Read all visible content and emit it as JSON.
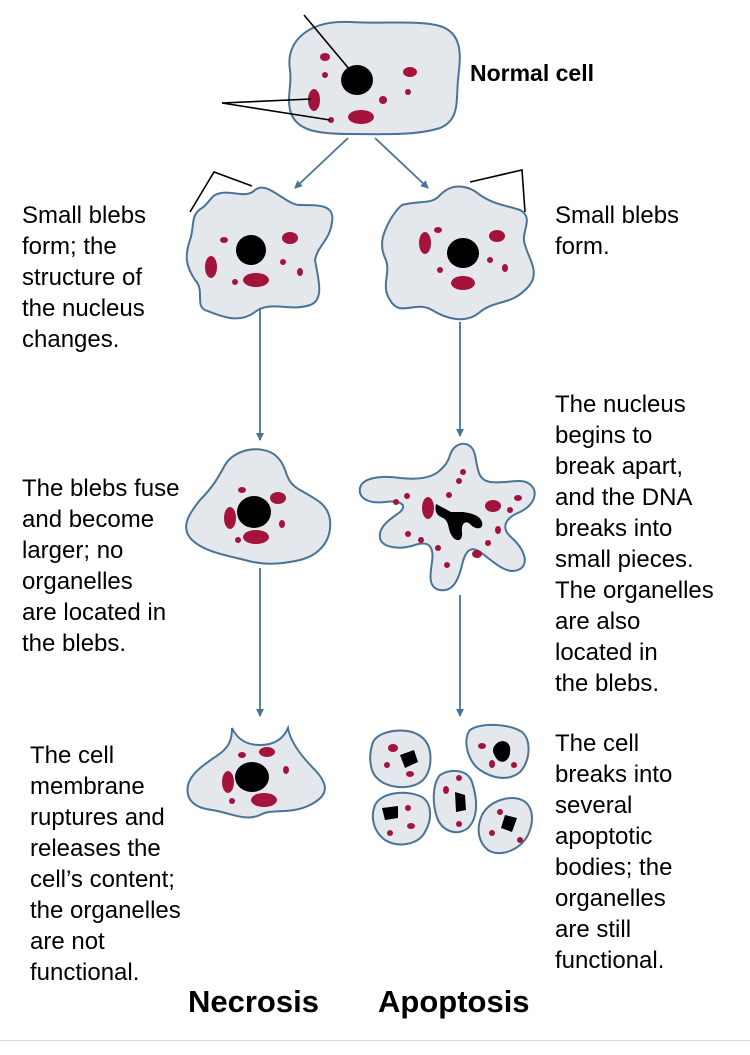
{
  "title": "Normal cell",
  "columns": {
    "left": "Necrosis",
    "right": "Apoptosis"
  },
  "necrosis": {
    "step1": "Small blebs\nform; the\nstructure of\nthe nucleus\nchanges.",
    "step2": "The blebs fuse\nand become\nlarger; no\norganelles\nare located in\nthe blebs.",
    "step3": "The cell\nmembrane\nruptures and\nreleases the\ncell’s content;\nthe organelles\nare not\nfunctional."
  },
  "apoptosis": {
    "step1": "Small blebs\nform.",
    "step2": "The nucleus\nbegins to\nbreak apart,\nand the DNA\nbreaks into\nsmall pieces.\nThe organelles\nare also\nlocated in\nthe blebs.",
    "step3": "The cell\nbreaks into\nseveral\napoptotic\nbodies; the\norganelles\nare still\nfunctional."
  },
  "colors": {
    "cell_fill": "#e4e7ec",
    "cell_outline": "#4a7396",
    "organelle": "#a3133c",
    "nucleus": "#000000"
  }
}
